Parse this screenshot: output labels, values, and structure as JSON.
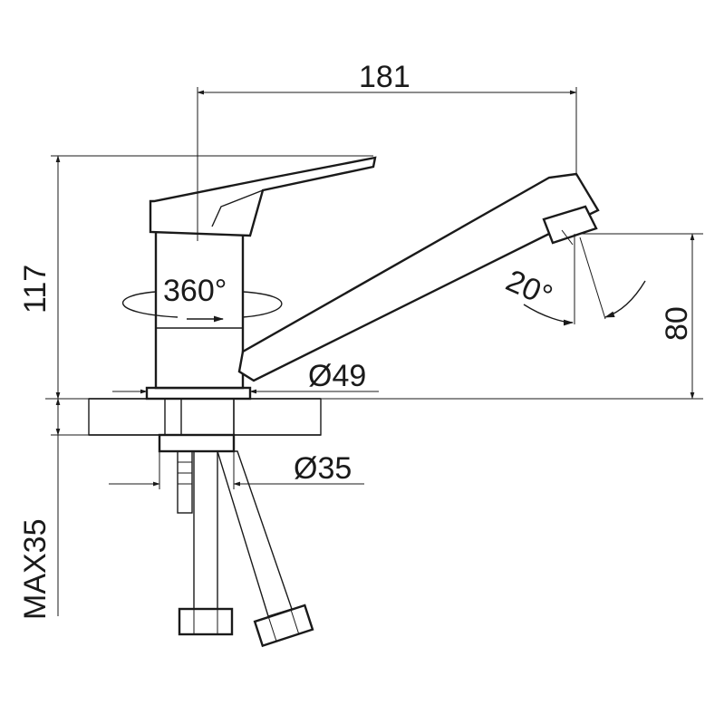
{
  "dimensions": {
    "spout_reach": "181",
    "total_height": "117",
    "spout_height": "80",
    "rotation": "360°",
    "spout_tilt": "20°",
    "base_diameter": "Ø49",
    "mount_diameter": "Ø35",
    "max_counter_thickness": "MAX35"
  }
}
